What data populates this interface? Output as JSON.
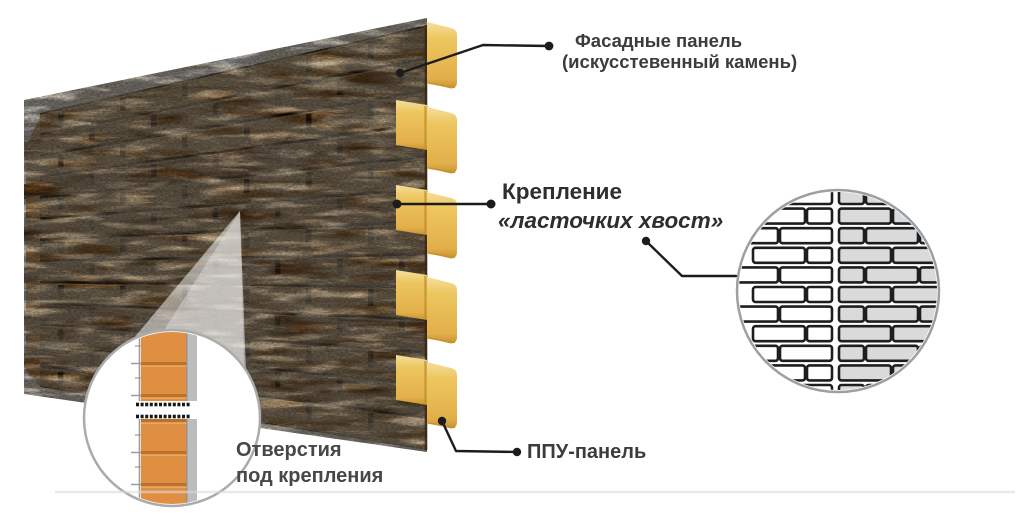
{
  "figure": {
    "background": "#ffffff",
    "description_labels_language": "ru"
  },
  "labels": {
    "facade": {
      "line1": "Фасадные панель",
      "line2": "(искусстевенный камень)"
    },
    "fastening": {
      "line1": "Крепление",
      "line2": "«ласточких хвост»"
    },
    "holes": {
      "line1": "Отверстия",
      "line2": "под крепления"
    },
    "ppu": {
      "text": "ППУ-панель"
    }
  },
  "colors": {
    "label_text": "#3c3c3c",
    "leader_line": "#1c1c1c",
    "brick_mortar": "#261505",
    "brick_palette": [
      "#9c6b33",
      "#8a5a28",
      "#a5743c",
      "#7c4e22",
      "#9b6d38",
      "#845526"
    ],
    "brick_highlight": "#cdb98c",
    "foam_yellow_light": "#F4DF9C",
    "foam_yellow": "#ECC155",
    "foam_yellow_deep": "#E2AF4A",
    "foam_yellow_dark": "#C6922F",
    "foam_seam": "#3a2511",
    "left_edge_tan": "#c0894d",
    "left_edge_dark": "#73491f",
    "panel_orange": "#DF8F42",
    "panel_orange_dark": "#B76F28",
    "panel_orange_light": "#F5C084",
    "panel_gray_strip": "#bcbcbc",
    "ladder_gray": "#9b9b9b",
    "hole_dot": "#161616",
    "detail_brick_fill_left": "#ffffff",
    "detail_brick_fill_right": "#dadada",
    "detail_brick_outline": "#1e1e1e",
    "circle_border": "#9aa1a6",
    "circle_border_left": "#ababab",
    "baseline_gray": "#dcdcdc"
  }
}
